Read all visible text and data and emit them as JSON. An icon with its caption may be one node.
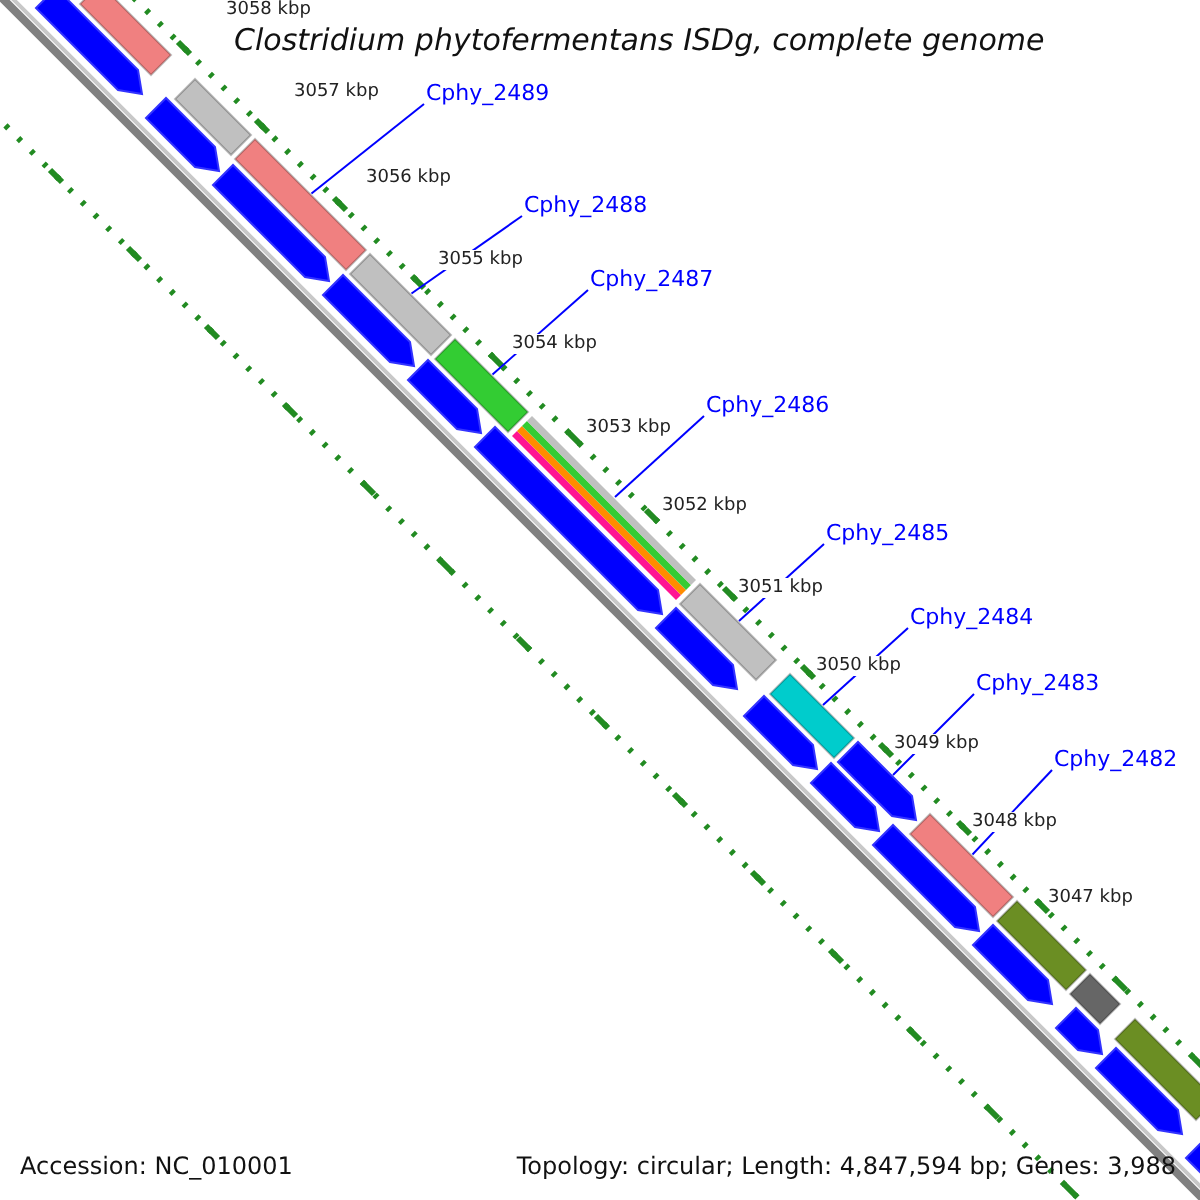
{
  "diagram": {
    "title": "Clostridium phytofermentans ISDg, complete genome",
    "nodes": [
      {
        "text": [
          "Cphy_2489"
        ]
      },
      {
        "text": [
          "Cphy_2488"
        ]
      },
      {
        "text": [
          "Cphy_2487"
        ]
      },
      {
        "text": [
          "Cphy_2486"
        ]
      },
      {
        "text": [
          "Cphy_2485"
        ]
      },
      {
        "text": [
          "Cphy_2484"
        ]
      },
      {
        "text": [
          "Cphy_2483"
        ]
      },
      {
        "text": [
          "Cphy_2482"
        ]
      },
      {
        "text": [],
        "shape": "pentagon"
      },
      {
        "text": [],
        "shape": "bar"
      },
      {
        "text": [],
        "shape": "pentagon"
      },
      {
        "text": [],
        "shape": "bar"
      },
      {
        "text": [],
        "shape": "bar"
      },
      {
        "text": [],
        "shape": "pentagon"
      },
      {
        "text": [],
        "shape": "pentagon"
      },
      {
        "text": [],
        "shape": "bar"
      },
      {
        "text": [],
        "shape": "pentagon"
      },
      {
        "text": [],
        "shape": "bar"
      },
      {
        "text": [],
        "shape": "pentagon"
      },
      {
        "text": [],
        "shape": "bar"
      },
      {
        "text": [],
        "shape": "pentagon"
      },
      {
        "text": [],
        "shape": "bar"
      },
      {
        "text": [],
        "shape": "pentagon"
      },
      {
        "text": [],
        "shape": "bar"
      },
      {
        "text": [],
        "shape": "pentagon"
      },
      {
        "text": [],
        "shape": "pentagon"
      },
      {
        "text": [],
        "shape": "pentagon"
      },
      {
        "text": [],
        "shape": "bar"
      },
      {
        "text": [],
        "shape": "pentagon"
      },
      {
        "text": [],
        "shape": "bar"
      },
      {
        "text": [],
        "shape": "bar"
      },
      {
        "text": [],
        "shape": "pentagon"
      },
      {
        "text": [],
        "shape": "bar"
      },
      {
        "text": [],
        "shape": "pentagon"
      },
      {
        "text": [],
        "shape": "pentagon"
      }
    ],
    "edges": [
      {
        "from": 0,
        "to": 12,
        "arrow": "none"
      },
      {
        "from": 1,
        "to": 15,
        "arrow": "none"
      },
      {
        "from": 2,
        "to": 17,
        "arrow": "none"
      },
      {
        "from": 3,
        "to": 19,
        "arrow": "none"
      },
      {
        "from": 4,
        "to": 21,
        "arrow": "none"
      },
      {
        "from": 5,
        "to": 23,
        "arrow": "none"
      },
      {
        "from": 6,
        "to": 25,
        "arrow": "none"
      },
      {
        "from": 7,
        "to": 27,
        "arrow": "none"
      }
    ],
    "labels": [
      "3058 kbp",
      "3057 kbp",
      "3056 kbp",
      "3055 kbp",
      "3054 kbp",
      "3053 kbp",
      "3052 kbp",
      "3051 kbp",
      "3050 kbp",
      "3049 kbp",
      "3048 kbp",
      "3047 kbp",
      "Accession: NC_010001",
      "Topology: circular; Length: 4,847,594 bp; Genes: 3,988"
    ]
  }
}
